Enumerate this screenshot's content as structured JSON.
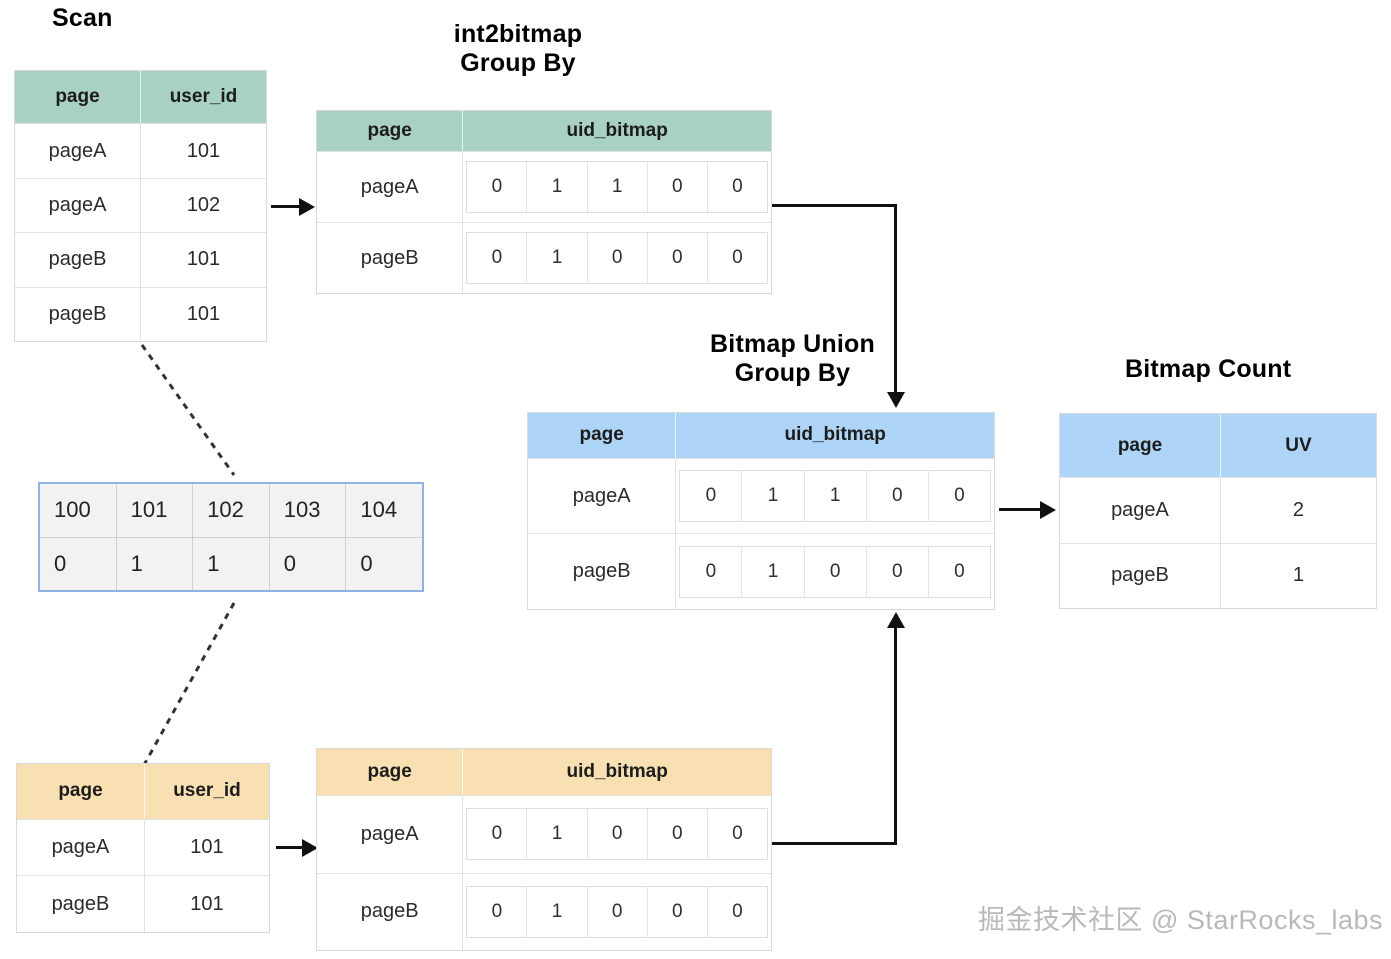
{
  "titles": {
    "scan": "Scan",
    "int2bitmap_l1": "int2bitmap",
    "int2bitmap_l2": "Group By",
    "bitmap_union_l1": "Bitmap Union",
    "bitmap_union_l2": "Group By",
    "bitmap_count": "Bitmap Count"
  },
  "colors": {
    "green_header": "#a9d0c5",
    "blue_header": "#aed4f7",
    "orange_header": "#f8e0b2",
    "ruler_border": "#8fb4e3",
    "connector": "#111111",
    "watermark": "#b9b9b9"
  },
  "scan_table": {
    "headers": [
      "page",
      "user_id"
    ],
    "rows": [
      [
        "pageA",
        "101"
      ],
      [
        "pageA",
        "102"
      ],
      [
        "pageB",
        "101"
      ],
      [
        "pageB",
        "101"
      ]
    ]
  },
  "int2bitmap_table": {
    "headers": [
      "page",
      "uid_bitmap"
    ],
    "rows": [
      {
        "page": "pageA",
        "bits": [
          "0",
          "1",
          "1",
          "0",
          "0"
        ]
      },
      {
        "page": "pageB",
        "bits": [
          "0",
          "1",
          "0",
          "0",
          "0"
        ]
      }
    ]
  },
  "bit_ruler": {
    "ids": [
      "100",
      "101",
      "102",
      "103",
      "104"
    ],
    "bits": [
      "0",
      "1",
      "1",
      "0",
      "0"
    ]
  },
  "bitmap_union_table": {
    "headers": [
      "page",
      "uid_bitmap"
    ],
    "rows": [
      {
        "page": "pageA",
        "bits": [
          "0",
          "1",
          "1",
          "0",
          "0"
        ]
      },
      {
        "page": "pageB",
        "bits": [
          "0",
          "1",
          "0",
          "0",
          "0"
        ]
      }
    ]
  },
  "bitmap_count_table": {
    "headers": [
      "page",
      "UV"
    ],
    "rows": [
      [
        "pageA",
        "2"
      ],
      [
        "pageB",
        "1"
      ]
    ]
  },
  "scan_table_bottom": {
    "headers": [
      "page",
      "user_id"
    ],
    "rows": [
      [
        "pageA",
        "101"
      ],
      [
        "pageB",
        "101"
      ]
    ]
  },
  "int2bitmap_table_bottom": {
    "headers": [
      "page",
      "uid_bitmap"
    ],
    "rows": [
      {
        "page": "pageA",
        "bits": [
          "0",
          "1",
          "0",
          "0",
          "0"
        ]
      },
      {
        "page": "pageB",
        "bits": [
          "0",
          "1",
          "0",
          "0",
          "0"
        ]
      }
    ]
  },
  "watermark": "掘金技术社区 @ StarRocks_labs"
}
